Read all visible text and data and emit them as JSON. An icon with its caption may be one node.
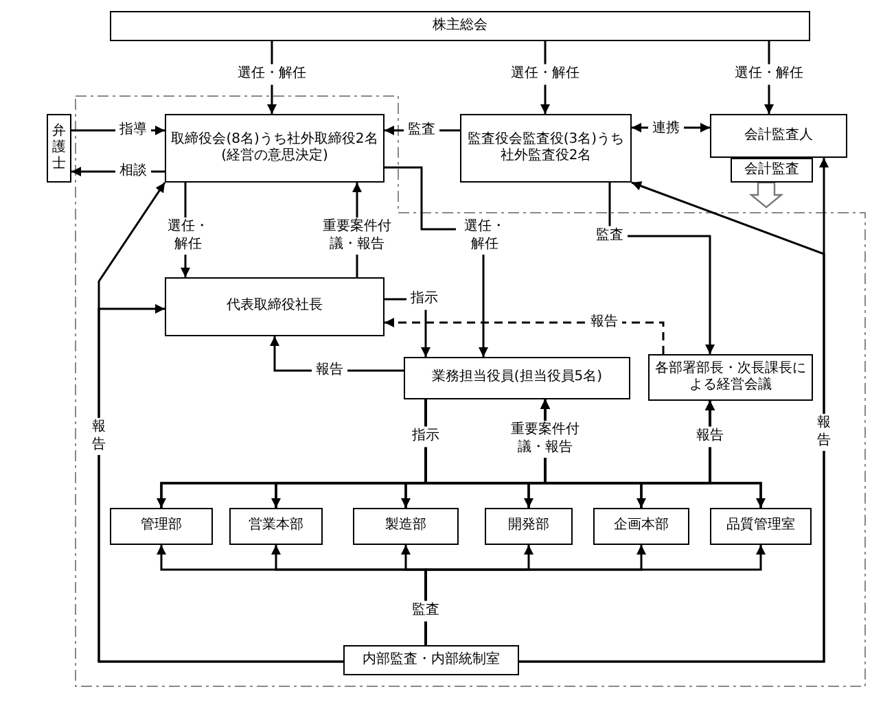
{
  "diagram": {
    "nodes": [
      {
        "text": [
          "株主総会"
        ]
      },
      {
        "text": [
          "取締役会(8名)うち社外取締役2名(経営の意思決定)"
        ]
      },
      {
        "text": [
          "監査役会監査役(3名)うち社外監査役2名"
        ]
      },
      {
        "text": [
          "会計監査人"
        ]
      },
      {
        "text": [
          "会計監査"
        ]
      },
      {
        "text": [
          "弁護士"
        ]
      },
      {
        "text": [
          "代表取締役社長"
        ]
      },
      {
        "text": [
          "業務担当役員(担当役員5名)"
        ]
      },
      {
        "text": [
          "各部署部長・次長課長による経営会議"
        ]
      },
      {
        "text": [
          "管理部"
        ]
      },
      {
        "text": [
          "営業本部"
        ]
      },
      {
        "text": [
          "製造部"
        ]
      },
      {
        "text": [
          "開発部"
        ]
      },
      {
        "text": [
          "企画本部"
        ]
      },
      {
        "text": [
          "品質管理室"
        ]
      },
      {
        "text": [
          "内部監査・内部統制室"
        ]
      }
    ],
    "edges": [
      {
        "from": 0,
        "to": 1,
        "arrow": "to",
        "label": "選任・解任"
      },
      {
        "from": 0,
        "to": 2,
        "arrow": "to",
        "label": "選任・解任"
      },
      {
        "from": 0,
        "to": 3,
        "arrow": "to",
        "label": "選任・解任"
      },
      {
        "from": 5,
        "to": 1,
        "arrow": "to",
        "label": "指導"
      },
      {
        "from": 1,
        "to": 5,
        "arrow": "to",
        "label": "相談"
      },
      {
        "from": 2,
        "to": 1,
        "arrow": "to",
        "label": "監査"
      },
      {
        "from": 2,
        "to": 3,
        "arrow": "both",
        "label": "連携"
      },
      {
        "from": 1,
        "to": 7,
        "arrow": "to",
        "label": "選任・解任"
      },
      {
        "from": 1,
        "to": 6,
        "arrow": "to",
        "label": "選任・解任"
      },
      {
        "from": 6,
        "to": 1,
        "arrow": "to",
        "label": "重要案件付議・報告"
      },
      {
        "from": 6,
        "to": 7,
        "arrow": "to",
        "label": "指示"
      },
      {
        "from": 8,
        "to": 6,
        "arrow": "to",
        "label": "報告",
        "style": "dashed"
      },
      {
        "from": 7,
        "to": 6,
        "arrow": "to",
        "label": "報告"
      },
      {
        "from": 2,
        "to": 8,
        "arrow": "to",
        "label": "監査"
      },
      {
        "from": 15,
        "to": 2,
        "arrow": "to",
        "label": "報告"
      },
      {
        "from": 15,
        "to": 3,
        "arrow": "to"
      },
      {
        "from": 15,
        "to": 1,
        "arrow": "to",
        "label": "報告"
      },
      {
        "from": 15,
        "to": 6,
        "arrow": "to"
      },
      {
        "from": 4,
        "to": null,
        "arrow": "to"
      },
      {
        "from": 7,
        "to": 9,
        "arrow": "to",
        "label": "指示"
      },
      {
        "from": 7,
        "to": 10,
        "arrow": "to"
      },
      {
        "from": 7,
        "to": 11,
        "arrow": "to"
      },
      {
        "from": 7,
        "to": 12,
        "arrow": "to"
      },
      {
        "from": 7,
        "to": 13,
        "arrow": "to"
      },
      {
        "from": 7,
        "to": 14,
        "arrow": "to"
      },
      {
        "from": 9,
        "to": 7,
        "arrow": "to",
        "label": "重要案件付議・報告"
      },
      {
        "from": 10,
        "to": 7,
        "arrow": "to"
      },
      {
        "from": 11,
        "to": 7,
        "arrow": "to"
      },
      {
        "from": 12,
        "to": 7,
        "arrow": "to"
      },
      {
        "from": 13,
        "to": 7,
        "arrow": "to"
      },
      {
        "from": 14,
        "to": 7,
        "arrow": "to"
      },
      {
        "from": 9,
        "to": 8,
        "arrow": "to",
        "label": "報告"
      },
      {
        "from": 10,
        "to": 8,
        "arrow": "to"
      },
      {
        "from": 11,
        "to": 8,
        "arrow": "to"
      },
      {
        "from": 12,
        "to": 8,
        "arrow": "to"
      },
      {
        "from": 13,
        "to": 8,
        "arrow": "to"
      },
      {
        "from": 14,
        "to": 8,
        "arrow": "to"
      },
      {
        "from": 15,
        "to": 9,
        "arrow": "to",
        "label": "監査"
      },
      {
        "from": 15,
        "to": 10,
        "arrow": "to"
      },
      {
        "from": 15,
        "to": 11,
        "arrow": "to"
      },
      {
        "from": 15,
        "to": 12,
        "arrow": "to"
      },
      {
        "from": 15,
        "to": 13,
        "arrow": "to"
      },
      {
        "from": 15,
        "to": 14,
        "arrow": "to"
      }
    ]
  }
}
